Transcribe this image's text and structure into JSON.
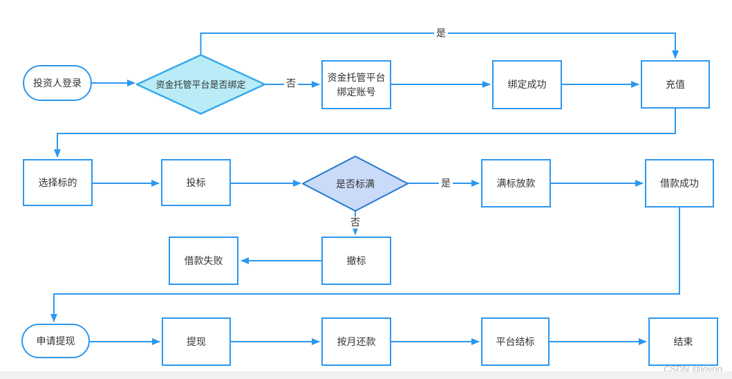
{
  "diagram": {
    "nodes": {
      "start": {
        "label": "投资人登录"
      },
      "check_bind": {
        "label": "资金托管平台是否绑定"
      },
      "bind_account": {
        "label": "资金托管平台 绑定账号"
      },
      "bind_success": {
        "label": "绑定成功"
      },
      "recharge": {
        "label": "充值"
      },
      "select_target": {
        "label": "选择标的"
      },
      "bid": {
        "label": "投标"
      },
      "check_full": {
        "label": "是否标满"
      },
      "full_loan": {
        "label": "满标放款"
      },
      "loan_success": {
        "label": "借款成功"
      },
      "loan_fail": {
        "label": "借款失败"
      },
      "cancel_bid": {
        "label": "撤标"
      },
      "apply_withdraw": {
        "label": "申请提现"
      },
      "withdraw": {
        "label": "提现"
      },
      "monthly_repay": {
        "label": "按月还款"
      },
      "platform_close": {
        "label": "平台结标"
      },
      "end": {
        "label": "结束"
      }
    },
    "edge_labels": {
      "bound_yes": "是",
      "bound_no": "否",
      "full_yes": "是",
      "full_no": "否"
    },
    "colors": {
      "connector": "#2b97f0",
      "box_border": "#2b97f0",
      "box_fill": "#ffffff",
      "decision1_fill": "#b9ecf6",
      "decision1_border": "#35a9ee",
      "decision2_fill": "#c9dbf8",
      "decision2_border": "#2277cf",
      "text": "#333333"
    },
    "watermark": "CSDN @lovoo"
  }
}
